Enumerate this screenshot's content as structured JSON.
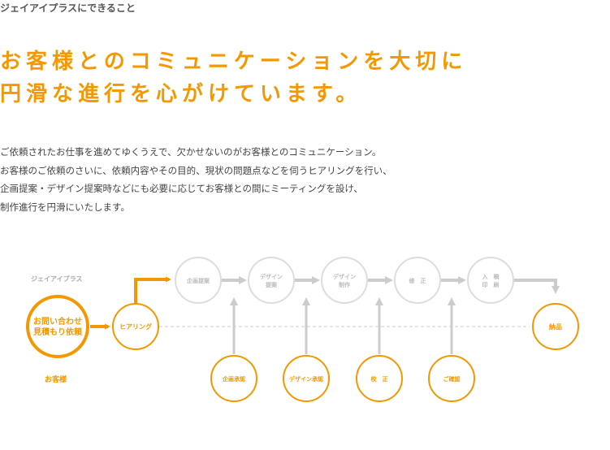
{
  "colors": {
    "accent": "#f39800",
    "muted": "#cccccc",
    "text": "#444444"
  },
  "eyebrow": "ジェイアイプラスにできること",
  "headline": [
    "お客様とのコミュニケーションを大切に",
    "円滑な進行を心がけています。"
  ],
  "body": [
    "ご依頼されたお仕事を進めてゆくうえで、欠かせないのがお客様とのコミュニケーション。",
    "お客様のご依頼のさいに、依頼内容やその目的、現状の問題点などを伺うヒアリングを行い、",
    "企画提案・デザイン提案時などにも必要に応じてお客様との間にミーティングを設け、",
    "制作進行を円滑にいたします。"
  ],
  "flow": {
    "company_label": "ジェイアイプラス",
    "client_label": "お客様",
    "start": [
      "お問い合わせ",
      "見積もり依頼"
    ],
    "hearing": "ヒアリング",
    "steps": [
      {
        "lines": [
          "企画提案"
        ]
      },
      {
        "lines": [
          "デザイン",
          "提案"
        ]
      },
      {
        "lines": [
          "デザイン",
          "制作"
        ]
      },
      {
        "lines": [
          "修　正"
        ]
      },
      {
        "lines": [
          "入　稿",
          "印　刷"
        ]
      }
    ],
    "approvals": [
      {
        "lines": [
          "企画承認"
        ]
      },
      {
        "lines": [
          "デザイン承認"
        ]
      },
      {
        "lines": [
          "校　正"
        ]
      },
      {
        "lines": [
          "ご確認"
        ]
      }
    ],
    "delivery": "納品"
  }
}
